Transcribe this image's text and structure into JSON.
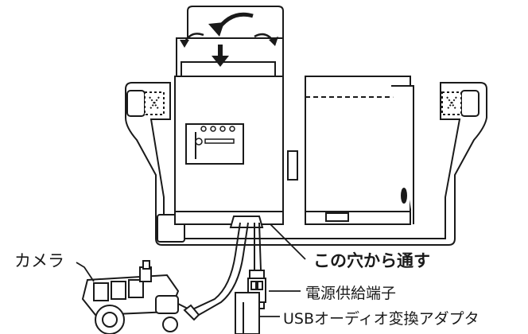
{
  "labels": {
    "camera": "カメラ",
    "pass_through": "この穴から通す",
    "power_terminal": "電源供給端子",
    "usb_adapter": "USBオーディオ変換アダプタ"
  },
  "colors": {
    "line": "#1a1a1a",
    "fill": "#ffffff",
    "accent_gray": "#d9d9d9"
  },
  "icons": {
    "rotate_arrow": "curved-arrow-icon",
    "down_arrow": "arrow-down-icon",
    "flip_left": "curved-arrow-left-icon",
    "flip_right": "curved-arrow-right-icon"
  }
}
